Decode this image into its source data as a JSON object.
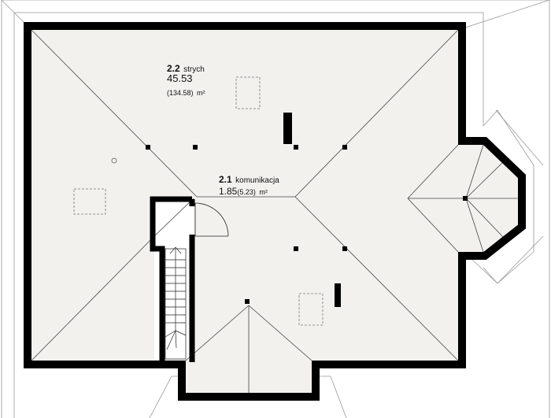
{
  "rooms": {
    "attic": {
      "number": "2.2",
      "name": "strych",
      "usable_area": "45.53",
      "total_area": "(134.58)",
      "unit": "m²"
    },
    "corridor": {
      "number": "2.1",
      "name": "komunikacja",
      "usable_area": "1.85",
      "total_area": "(5.23)",
      "unit": "m²"
    }
  },
  "colors": {
    "wall": "#000000",
    "floor": "#f3f1ee",
    "line": "#444444",
    "dashed": "#777777"
  }
}
